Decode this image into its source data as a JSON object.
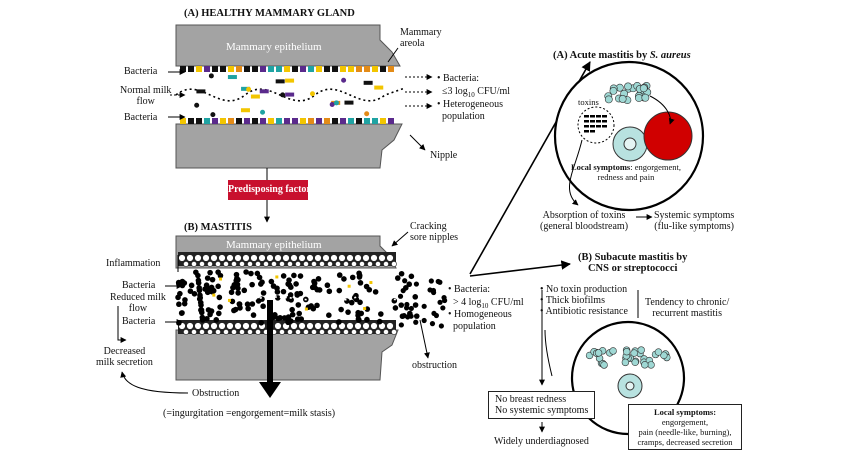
{
  "healthy": {
    "title": "(A) HEALTHY MAMMARY GLAND",
    "epithelium": "Mammary epithelium",
    "areola": "Mammary\nareola",
    "bacteria_top": "Bacteria",
    "bacteria_bottom": "Bacteria",
    "normal_flow": "Normal milk\nflow",
    "nipple": "Nipple",
    "out_line1": "• Bacteria:",
    "out_line2_prefix": "≤3 log",
    "out_line2_sub": "10",
    "out_line2_suffix": " CFU/ml",
    "out_line3": "• Heterogeneous",
    "out_line4": "population"
  },
  "predisposing": "Predisposing factors",
  "mastitis": {
    "title": "(B) MASTITIS",
    "epithelium": "Mammary epithelium",
    "cracking": "Cracking\nsore nipples",
    "inflammation": "Inflammation",
    "bacteria_top": "Bacteria",
    "bacteria_bottom": "Bacteria",
    "reduced_flow": "Reduced milk\nflow",
    "decreased": "Decreased\nmilk secretion",
    "obstruction_left": "Obstruction",
    "stasis": "(=ingurgitation =engorgement=milk stasis)",
    "obstruction_right": "obstruction",
    "out_line1": "• Bacteria:",
    "out_line2_prefix": "> 4 log",
    "out_line2_sub": "10",
    "out_line2_suffix": " CFU/ml",
    "out_line3": "• Homogeneous",
    "out_line4": "population"
  },
  "acute": {
    "title_prefix": "(A) Acute mastitis by ",
    "title_italic": "S. aureus",
    "toxins": "toxins",
    "local_bold": "Local symptoms",
    "local_rest": ": engorgement,\nredness and pain",
    "absorption": "Absorption of toxins\n(general bloodstream)",
    "systemic": "Systemic symptoms\n(flu-like symptoms)"
  },
  "subacute": {
    "title": "(B) Subacute mastitis by\nCNS or streptococci",
    "list": "• No toxin production\n• Thick biofilms\n• Antibiotic resistance",
    "tendency": "Tendency to chronic/\nrecurrent mastitis",
    "no_redness": "No breast redness\nNo systemic symptoms",
    "underdiagnosed": "Widely underdiagnosed",
    "local_title": "Local symptoms",
    "local_body": "engorgement,\npain (needle-like, burning),\ncramps, decreased secretion"
  },
  "colors": {
    "duct": "#a3a3a3",
    "predisposing_bg": "#c8102e",
    "cluster": "#9fd8d4",
    "cell": "#b8e2e0",
    "blood": "#d00000",
    "bacteria_yellow": "#f2c500",
    "bacteria_purple": "#5a2a8c",
    "bacteria_teal": "#1fa3a3",
    "bacteria_orange": "#e38b17"
  }
}
